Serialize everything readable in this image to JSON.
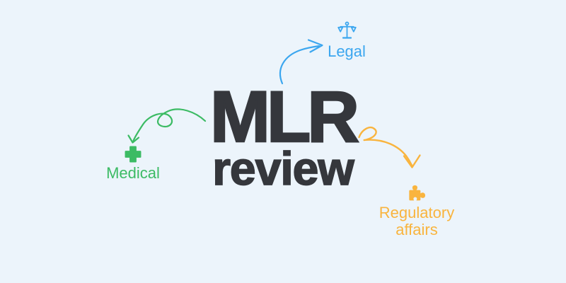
{
  "background_color": "#ECF4FB",
  "title": {
    "line1": "MLR",
    "line2": "review",
    "color": "#35373C"
  },
  "branches": {
    "legal": {
      "label": "Legal",
      "icon": "scales-of-justice",
      "color": "#3BA6EF"
    },
    "medical": {
      "label": "Medical",
      "icon": "medical-cross",
      "color": "#3CBB64"
    },
    "regulatory": {
      "label_line1": "Regulatory",
      "label_line2": "affairs",
      "icon": "puzzle-piece",
      "color": "#F9B43E"
    }
  }
}
